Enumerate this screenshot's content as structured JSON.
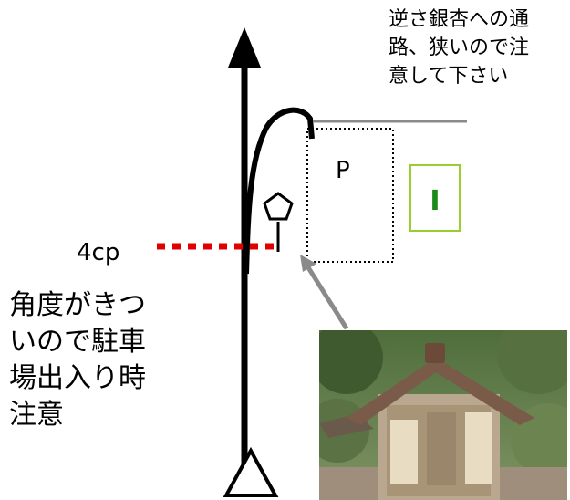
{
  "labels": {
    "road_note": [
      "逆さ銀杏への通",
      "路、狭いので注",
      "意して下さい"
    ],
    "checkpoint": "4cp",
    "caution": [
      "角度がきつ",
      "いので駐車",
      "場出入り時",
      "注意"
    ],
    "parking": "P",
    "info_marker": "I"
  },
  "colors": {
    "route": "#000000",
    "side_road": "#8a8a8a",
    "checkpoint_line": "#e00000",
    "info_marker": "#1a8a1a",
    "info_border": "#9acd32",
    "photo_pointer": "#8a8a8a"
  },
  "icons": {
    "north_arrow": "arrow-up-icon",
    "start_marker": "triangle-icon",
    "checkpoint_marker": "pentagon-flag-icon"
  }
}
